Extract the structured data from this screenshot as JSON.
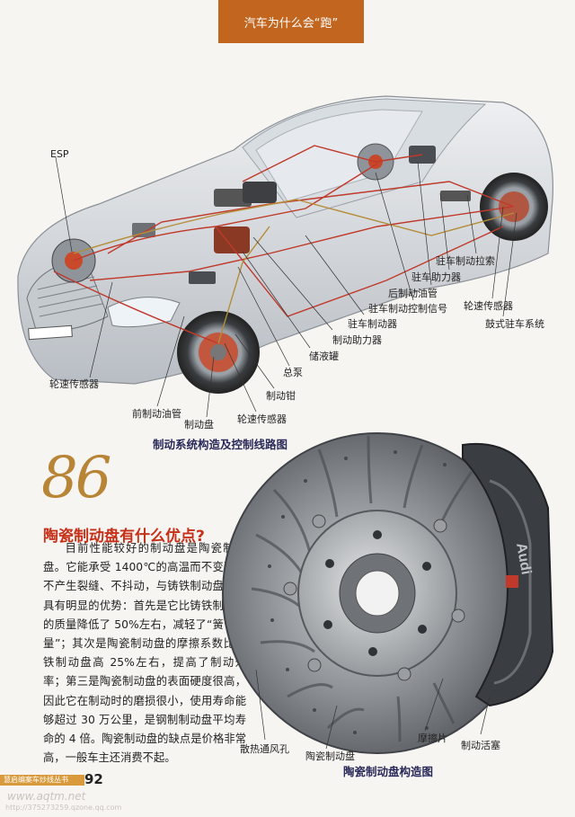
{
  "header": {
    "title": "汽车为什么会“跑”"
  },
  "figure1": {
    "labels": {
      "esp": "ESP",
      "wheel_sensor_front": "轮速传感器",
      "front_brake_line": "前制动油管",
      "brake_disc": "制动盘",
      "wheel_sensor_mid": "轮速传感器",
      "caliper": "制动钳",
      "master_cylinder": "总泵",
      "reservoir": "储液罐",
      "booster": "制动助力器",
      "parking_brake": "驻车制动器",
      "parking_control_signal": "驻车制动控制信号",
      "rear_brake_line": "后制动油管",
      "parking_booster": "驻车助力器",
      "parking_cable": "驻车制动拉索",
      "wheel_sensor_rear": "轮速传感器",
      "drum_parking": "鼓式驻车系统"
    },
    "caption": "制动系统构造及控制线路图"
  },
  "section": {
    "number": "86",
    "title": "陶瓷制动盘有什么优点?",
    "body": "目前性能较好的制动盘是陶瓷制动盘。它能承受 1400℃的高温而不变形、不产生裂缝、不抖动，与铸铁制动盘相比具有明显的优势：首先是它比铸铁制动盘的质量降低了 50%左右，减轻了“簧下重量”；其次是陶瓷制动盘的摩擦系数比铸铁制动盘高 25%左右，提高了制动效率；第三是陶瓷制动盘的表面硬度很高，因此它在制动时的磨损很小，使用寿命能够超过 30 万公里，是钢制制动盘平均寿命的 4 倍。陶瓷制动盘的缺点是价格非常高，一般车主还消费不起。"
  },
  "figure2": {
    "labels": {
      "vent_holes": "散热通风孔",
      "ceramic_disc": "陶瓷制动盘",
      "pad": "摩擦片",
      "piston": "制动活塞"
    },
    "brand_mark": "Audi",
    "caption": "陶瓷制动盘构造图"
  },
  "footer": {
    "series": "慧启编案车炒线丛书",
    "page": "92",
    "watermark_site": "www.aqtm.net",
    "watermark_phone": "http://375273259.qzone.qq.com"
  }
}
